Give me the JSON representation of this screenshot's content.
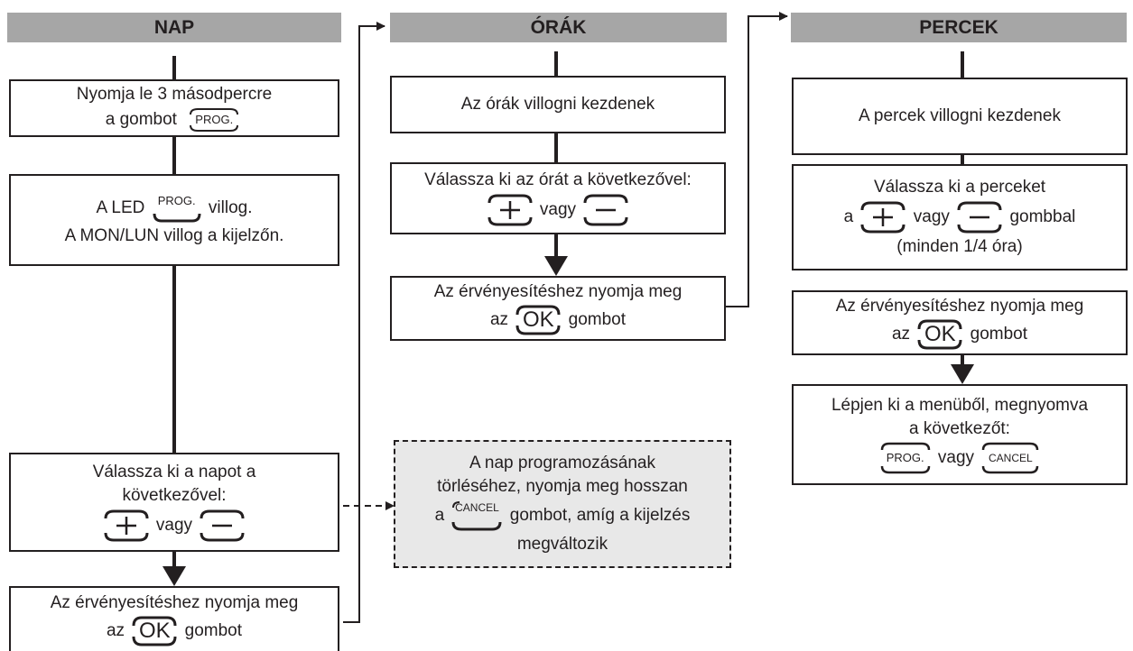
{
  "headers": {
    "nap": "NAP",
    "orak": "ÓRÁK",
    "percek": "PERCEK"
  },
  "col1": {
    "box1": {
      "line1": "Nyomja le 3 másodpercre",
      "line2_pre": "a gombot",
      "btn": "PROG."
    },
    "box2": {
      "line1_pre": "A LED",
      "btn": "PROG.",
      "line1_post": "villog.",
      "line2": "A MON/LUN villog a kijelzőn."
    },
    "box3": {
      "line1": "Válassza ki a napot a",
      "line2": "következővel:",
      "sep": "vagy"
    },
    "box4": {
      "line1": "Az érvényesítéshez nyomja meg",
      "line2_pre": "az",
      "btn": "OK",
      "line2_post": "gombot"
    }
  },
  "note": {
    "line1": "A nap programozásának",
    "line2": "törléséhez, nyomja meg hosszan",
    "line3_pre": "a",
    "btn": "CANCEL",
    "line3_post": "gombot, amíg a kijelzés",
    "line4": "megváltozik"
  },
  "col2": {
    "box1": {
      "line1": "Az órák villogni kezdenek"
    },
    "box2": {
      "line1": "Válassza ki az órát a következővel:",
      "sep": "vagy"
    },
    "box3": {
      "line1": "Az érvényesítéshez nyomja meg",
      "line2_pre": "az",
      "btn": "OK",
      "line2_post": "gombot"
    }
  },
  "col3": {
    "box1": {
      "line1": "A percek villogni kezdenek"
    },
    "box2": {
      "line1": "Válassza ki a perceket",
      "line2_pre": "a",
      "sep": "vagy",
      "line2_post": "gombbal",
      "line3": "(minden 1/4 óra)"
    },
    "box3": {
      "line1": "Az érvényesítéshez nyomja meg",
      "line2_pre": "az",
      "btn": "OK",
      "line2_post": "gombot"
    },
    "box4": {
      "line1": "Lépjen ki a menüből, megnyomva",
      "line2": "a következőt:",
      "btn1": "PROG.",
      "sep": "vagy",
      "btn2": "CANCEL"
    }
  },
  "colors": {
    "header_bg": "#a6a6a6",
    "note_bg": "#e8e8e8",
    "line": "#231f20"
  }
}
